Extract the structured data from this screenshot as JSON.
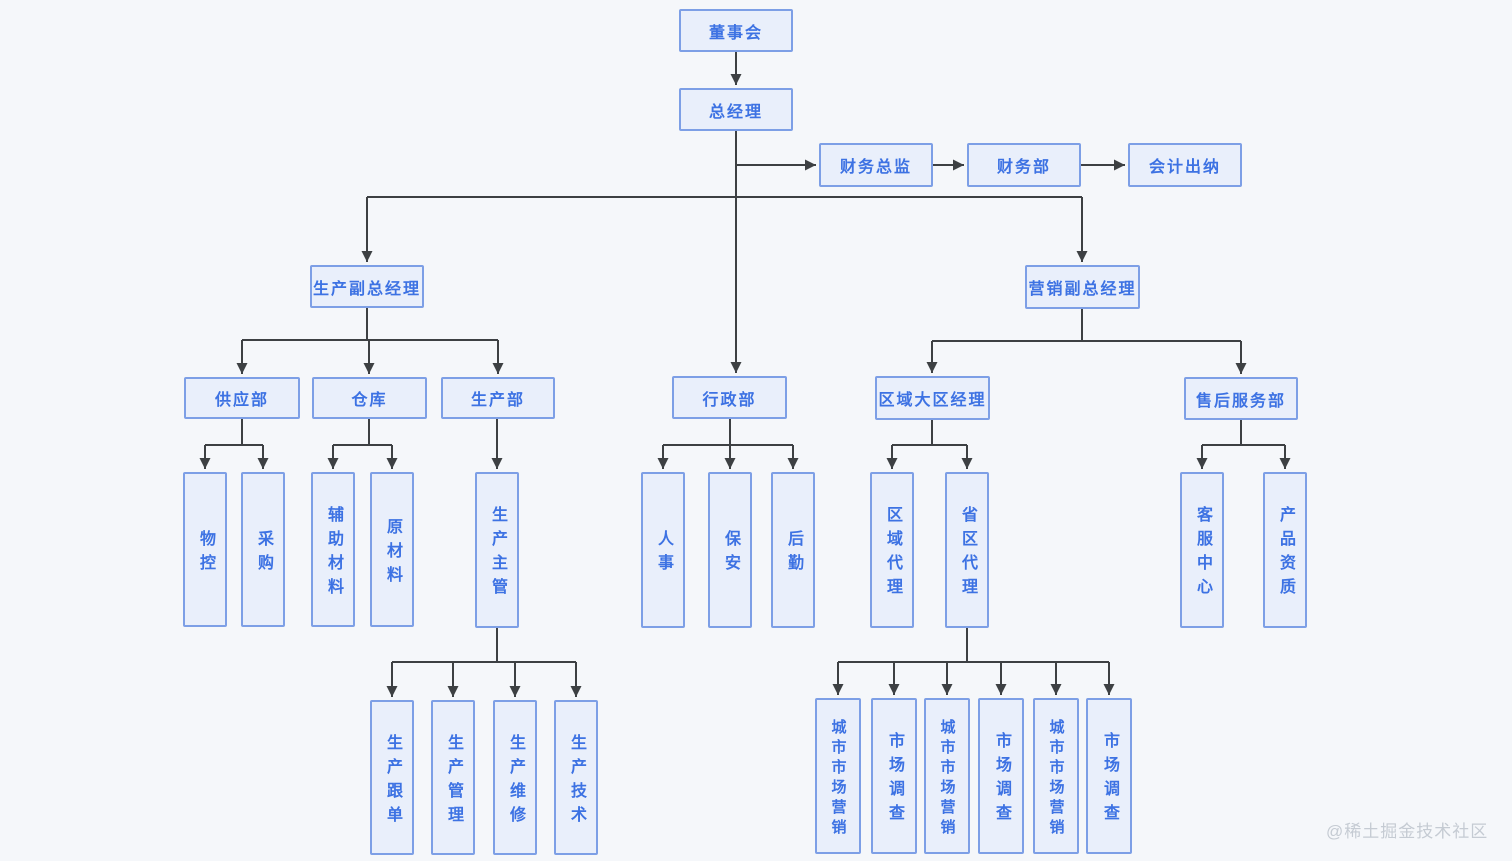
{
  "diagram": {
    "type": "org-chart",
    "background": "#f5f7fa",
    "colors": {
      "node_fill": "#e9effb",
      "node_border": "#7d9fe6",
      "node_text": "#3d72e3",
      "connector": "#3d4043",
      "watermark_text": "#c5cbd3"
    },
    "nodes": {
      "board": {
        "label": "董事会"
      },
      "gm": {
        "label": "总经理"
      },
      "cfo": {
        "label": "财务总监"
      },
      "finance_dept": {
        "label": "财务部"
      },
      "accounting": {
        "label": "会计出纳"
      },
      "prod_vgm": {
        "label": "生产副总经理"
      },
      "marketing_vgm": {
        "label": "营销副总经理"
      },
      "supply_dept": {
        "label": "供应部"
      },
      "warehouse": {
        "label": "仓库"
      },
      "production_dept": {
        "label": "生产部"
      },
      "admin_dept": {
        "label": "行政部"
      },
      "regional_manager": {
        "label": "区域大区经理"
      },
      "aftersales_dept": {
        "label": "售后服务部"
      },
      "material_control": {
        "label": "物控"
      },
      "purchasing": {
        "label": "采购"
      },
      "aux_materials": {
        "label": "辅助材料"
      },
      "raw_materials": {
        "label": "原材料"
      },
      "prod_supervisor": {
        "label": "生产主管"
      },
      "hr": {
        "label": "人事"
      },
      "security": {
        "label": "保安"
      },
      "logistics": {
        "label": "后勤"
      },
      "regional_agent": {
        "label": "区域代理"
      },
      "province_agent": {
        "label": "省区代理"
      },
      "customer_service": {
        "label": "客服中心"
      },
      "product_qualification": {
        "label": "产品资质"
      },
      "prod_tracking": {
        "label": "生产跟单"
      },
      "prod_management": {
        "label": "生产管理"
      },
      "prod_maintenance": {
        "label": "生产维修"
      },
      "prod_technology": {
        "label": "生产技术"
      },
      "city_marketing_1": {
        "label": "城市市场营销"
      },
      "market_research_1": {
        "label": "市场调查"
      },
      "city_marketing_2": {
        "label": "城市市场营销"
      },
      "market_research_2": {
        "label": "市场调查"
      },
      "city_marketing_3": {
        "label": "城市市场营销"
      },
      "market_research_3": {
        "label": "市场调查"
      }
    },
    "edges": [
      {
        "from": "board",
        "to": "gm"
      },
      {
        "from": "gm",
        "to": "cfo"
      },
      {
        "from": "cfo",
        "to": "finance_dept"
      },
      {
        "from": "finance_dept",
        "to": "accounting"
      },
      {
        "from": "gm",
        "to": "prod_vgm"
      },
      {
        "from": "gm",
        "to": "admin_dept"
      },
      {
        "from": "gm",
        "to": "marketing_vgm"
      },
      {
        "from": "prod_vgm",
        "to": "supply_dept"
      },
      {
        "from": "prod_vgm",
        "to": "warehouse"
      },
      {
        "from": "prod_vgm",
        "to": "production_dept"
      },
      {
        "from": "supply_dept",
        "to": "material_control"
      },
      {
        "from": "supply_dept",
        "to": "purchasing"
      },
      {
        "from": "warehouse",
        "to": "aux_materials"
      },
      {
        "from": "warehouse",
        "to": "raw_materials"
      },
      {
        "from": "production_dept",
        "to": "prod_supervisor"
      },
      {
        "from": "prod_supervisor",
        "to": "prod_tracking"
      },
      {
        "from": "prod_supervisor",
        "to": "prod_management"
      },
      {
        "from": "prod_supervisor",
        "to": "prod_maintenance"
      },
      {
        "from": "prod_supervisor",
        "to": "prod_technology"
      },
      {
        "from": "admin_dept",
        "to": "hr"
      },
      {
        "from": "admin_dept",
        "to": "security"
      },
      {
        "from": "admin_dept",
        "to": "logistics"
      },
      {
        "from": "marketing_vgm",
        "to": "regional_manager"
      },
      {
        "from": "marketing_vgm",
        "to": "aftersales_dept"
      },
      {
        "from": "regional_manager",
        "to": "regional_agent"
      },
      {
        "from": "regional_manager",
        "to": "province_agent"
      },
      {
        "from": "province_agent",
        "to": "city_marketing_1"
      },
      {
        "from": "province_agent",
        "to": "market_research_1"
      },
      {
        "from": "province_agent",
        "to": "city_marketing_2"
      },
      {
        "from": "province_agent",
        "to": "market_research_2"
      },
      {
        "from": "province_agent",
        "to": "city_marketing_3"
      },
      {
        "from": "province_agent",
        "to": "market_research_3"
      },
      {
        "from": "aftersales_dept",
        "to": "customer_service"
      },
      {
        "from": "aftersales_dept",
        "to": "product_qualification"
      }
    ]
  },
  "watermark": {
    "text": "@稀土掘金技术社区"
  }
}
